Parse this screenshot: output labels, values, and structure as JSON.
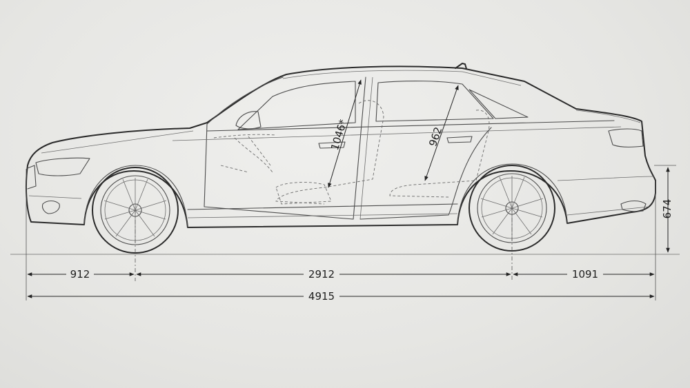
{
  "dimensions": {
    "front_overhang": "912",
    "wheelbase": "2912",
    "rear_overhang": "1091",
    "overall_length": "4915",
    "rear_height": "674",
    "front_headroom": "1046*",
    "rear_headroom": "962"
  },
  "colors": {
    "paper": "#e6e6e4",
    "line": "#2a2a2a"
  }
}
